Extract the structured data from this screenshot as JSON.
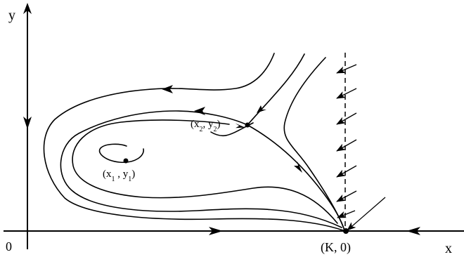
{
  "diagram": {
    "axes": {
      "x_label": "x",
      "y_label": "y",
      "origin_label": "0"
    },
    "points": {
      "focus_x_base": "(x",
      "focus_x_sub": "1",
      "focus_sep": " , y",
      "focus_y_sub": "1",
      "focus_close": ")",
      "saddle_x_base": "(x",
      "saddle_x_sub": "2",
      "saddle_sep": ", y",
      "saddle_y_sub": "2",
      "saddle_close": ")",
      "node_label": "(K, 0)"
    },
    "colors": {
      "ink": "#000000",
      "background": "#ffffff"
    }
  }
}
